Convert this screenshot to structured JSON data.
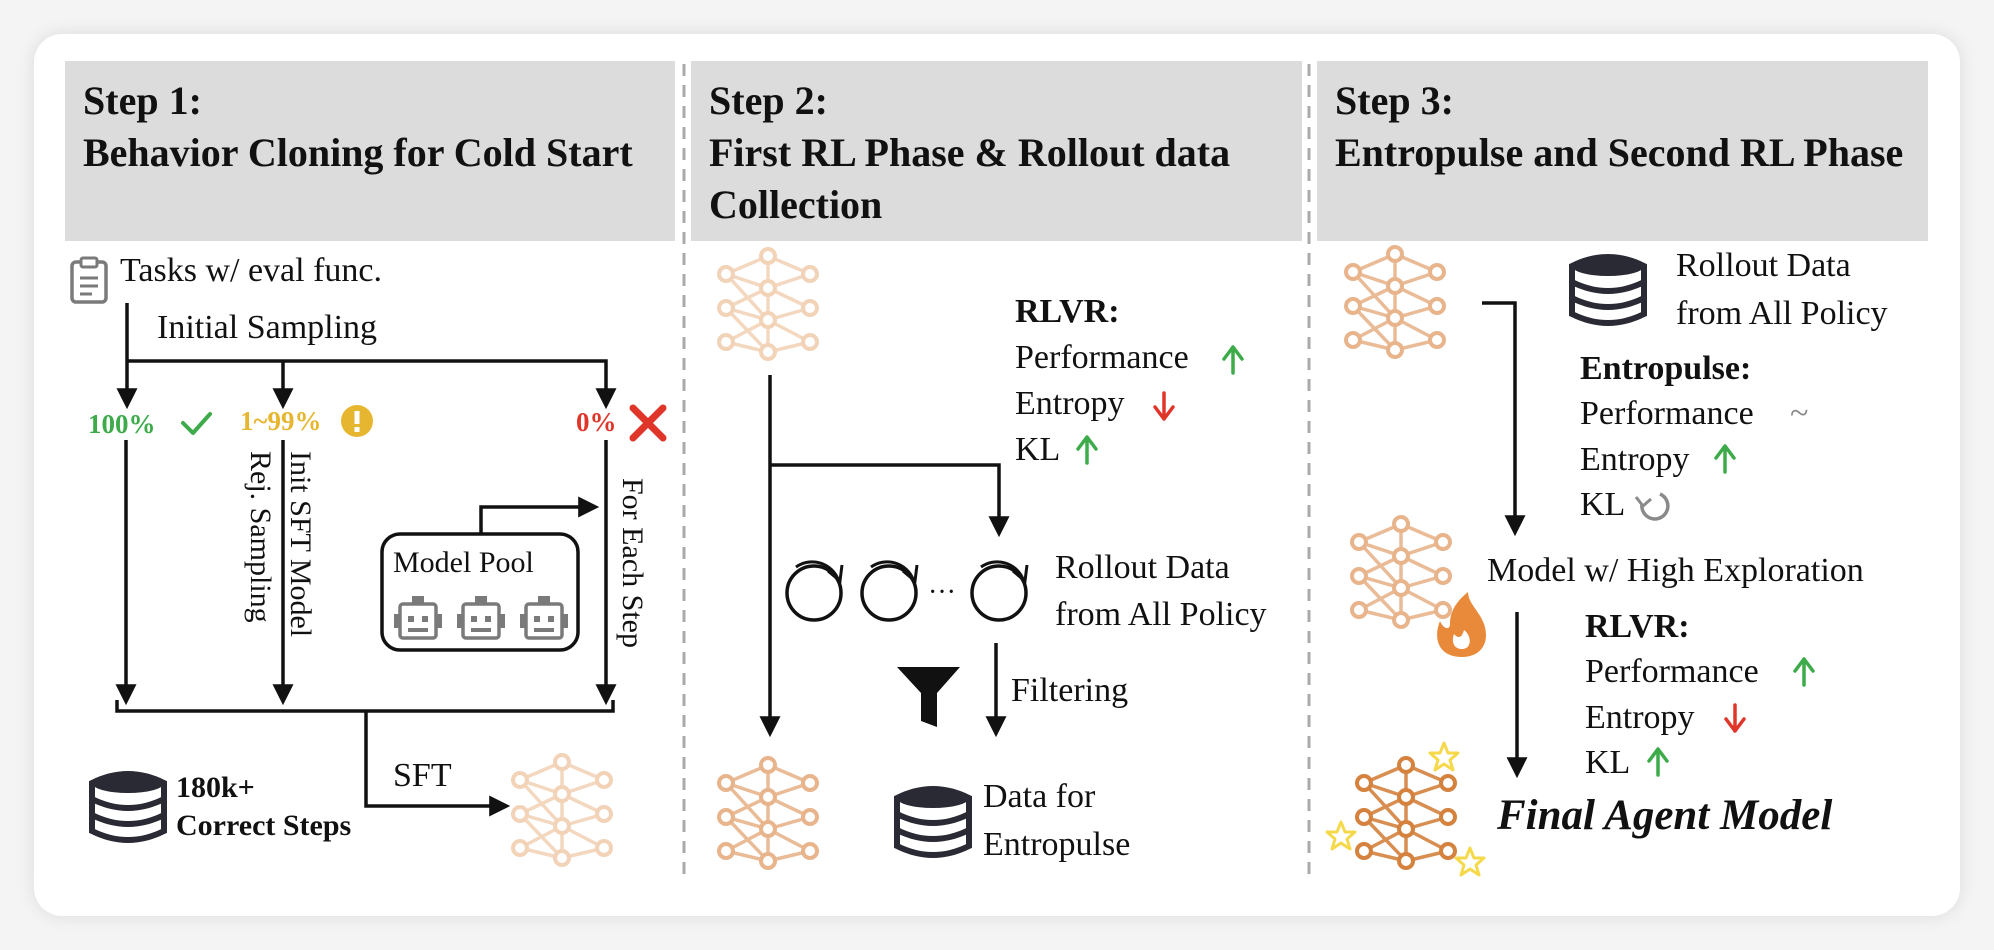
{
  "colors": {
    "green": "#3dab4a",
    "red": "#e0362a",
    "yellow": "#e7b631",
    "network": "#e8b48c",
    "network_dark": "#d4823e",
    "header_bg": "#dcdcdc",
    "star": "#f5d94a"
  },
  "step1": {
    "header": "Step 1:\nBehavior Cloning for Cold Start",
    "tasks_label": "Tasks w/ eval func.",
    "initial_sampling": "Initial Sampling",
    "pct_100": "100%",
    "pct_mid": "1~99%",
    "pct_0": "0%",
    "rej_sampling": "Rej. Sampling",
    "init_sft_model": "Init SFT Model",
    "model_pool": "Model Pool",
    "for_each_step": "For Each Step",
    "sft": "SFT",
    "steps_count": "180k+",
    "steps_label": "Correct Steps",
    "icons": [
      "clipboard-icon",
      "check-icon",
      "warning-icon",
      "cross-icon",
      "robot-icon",
      "database-icon",
      "neural-network-icon"
    ]
  },
  "step2": {
    "header": "Step 2:\nFirst RL Phase & Rollout data Collection",
    "rlvr": "RLVR:",
    "performance": "Performance",
    "entropy": "Entropy",
    "kl": "KL",
    "ellipsis": "···",
    "rollout_line1": "Rollout Data",
    "rollout_line2": "from All Policy",
    "filtering": "Filtering",
    "data_line1": "Data for",
    "data_line2": "Entropulse",
    "icons": [
      "neural-network-icon",
      "rollout-cycle-icon",
      "funnel-icon",
      "database-icon"
    ]
  },
  "step3": {
    "header": "Step 3:\nEntropulse and Second RL Phase",
    "rollout_line1": "Rollout Data",
    "rollout_line2": "from All Policy",
    "entropulse": "Entropulse:",
    "performance": "Performance",
    "perf_symbol": "~",
    "entropy": "Entropy",
    "kl": "KL",
    "model_high_exploration": "Model w/ High Exploration",
    "rlvr": "RLVR:",
    "performance2": "Performance",
    "entropy2": "Entropy",
    "kl2": "KL",
    "final_model": "Final Agent Model",
    "icons": [
      "neural-network-icon",
      "database-icon",
      "fire-icon",
      "star-icon",
      "cycle-icon"
    ]
  }
}
